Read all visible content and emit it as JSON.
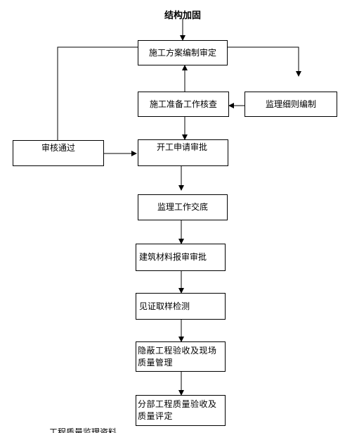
{
  "title": "结构加固",
  "nodes": {
    "plan_review": "施工方案编制审定",
    "prep_check": "施工准备工作核查",
    "supervision_rules": "监理细则编制",
    "approval_passed": "审核通过",
    "start_application": "开工申请审批",
    "supervision_briefing": "监理工作交底",
    "material_approval": "建筑材料报审审批",
    "witness_sampling": "见证取样检测",
    "hidden_works": "隐蔽工程验收及现场\n质量管理",
    "sub_project_quality": "分部工程质量验收及\n质量评定"
  },
  "bottom_fragment": "工程质量监理资料"
}
